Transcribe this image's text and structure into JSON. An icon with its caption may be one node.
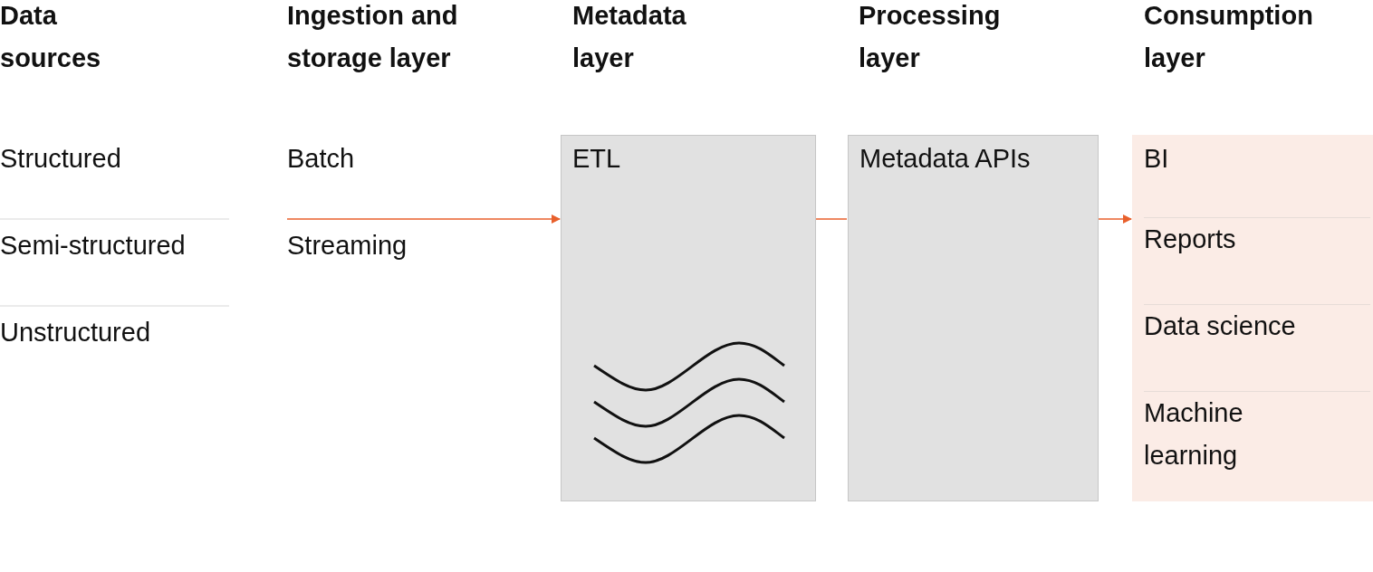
{
  "diagram": {
    "nodes": [
      {
        "text": [
          "ETL"
        ]
      },
      {
        "text": [
          "Metadata APIs"
        ]
      },
      {
        "text": [],
        "shape": "box"
      },
      {
        "text": [
          "BI"
        ],
        "in": 2
      },
      {
        "text": [
          "Reports"
        ],
        "in": 2
      },
      {
        "text": [
          "Data science"
        ],
        "in": 2
      },
      {
        "text": [
          "Machine learning"
        ],
        "in": 2
      }
    ],
    "edges": [
      {
        "from": null,
        "to": 0,
        "arrow": "to"
      },
      {
        "from": 0,
        "to": 1,
        "arrow": "none"
      },
      {
        "from": 1,
        "to": 2,
        "arrow": "to"
      }
    ],
    "labels": [
      "Data sources",
      "Ingestion and storage layer",
      "Metadata layer",
      "Processing layer",
      "Consumption layer",
      "Structured",
      "Batch",
      "Semi-structured",
      "Streaming",
      "Unstructured"
    ]
  }
}
